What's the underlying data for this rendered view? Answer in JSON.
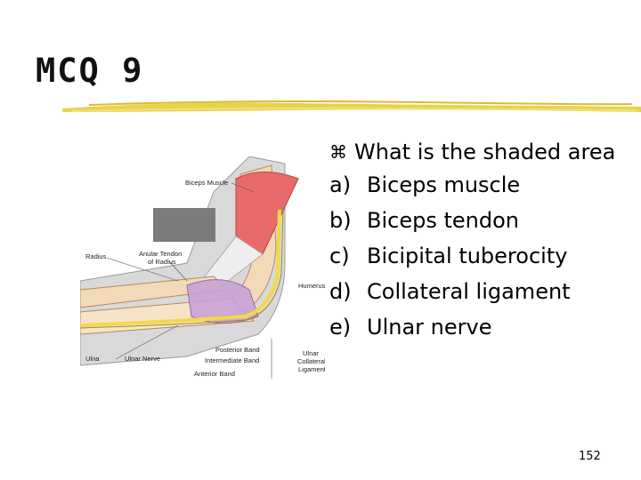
{
  "slide": {
    "title": "MCQ 9",
    "question_bullet": "⌘",
    "question": "What is the shaded area",
    "options": [
      {
        "letter": "a)",
        "text": "Biceps muscle"
      },
      {
        "letter": "b)",
        "text": "Biceps tendon"
      },
      {
        "letter": "c)",
        "text": "Bicipital tuberocity"
      },
      {
        "letter": "d)",
        "text": "Collateral ligament"
      },
      {
        "letter": "e)",
        "text": "Ulnar nerve"
      }
    ],
    "page_number": "152"
  },
  "figure": {
    "labels": {
      "biceps_muscle": "Biceps Muscle",
      "radius": "Radius",
      "anular_tendon_1": "Anular Tendon",
      "anular_tendon_2": "of Radius",
      "humerus": "Humerus",
      "ulna": "Ulna",
      "ulnar_nerve": "Ulnar Nerve",
      "posterior_band": "Posterior Band",
      "intermediate_band": "Intermediate Band",
      "anterior_band": "Anterior Band",
      "ulnar_collateral_1": "Ulnar",
      "ulnar_collateral_2": "Collateral",
      "ulnar_collateral_3": "Ligament"
    }
  },
  "colors": {
    "rule_yellow": "#e8d24a",
    "muscle_red": "#e86a6a",
    "ligament_purple": "#c9a3d6",
    "nerve_yellow": "#f2d84a",
    "bone_tan": "#f3d9b8",
    "shade_gray": "#7b7b7b"
  }
}
